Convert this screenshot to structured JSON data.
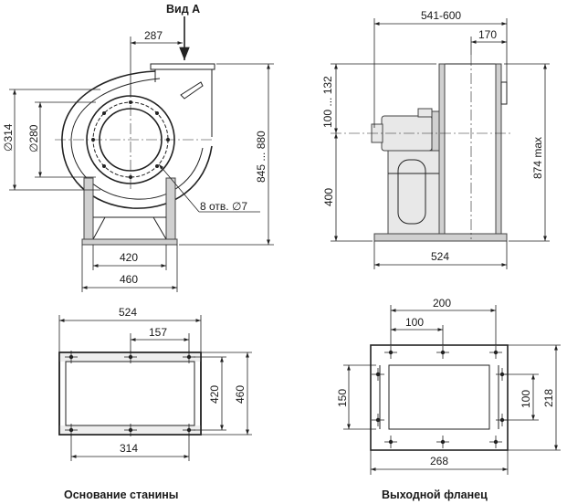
{
  "title_view": "Вид А",
  "front_view": {
    "dim_287": "287",
    "dim_d314": "∅314",
    "dim_d280": "∅280",
    "dim_845_880": "845 ... 880",
    "dim_holes": "8 отв. ∅7",
    "dim_420": "420",
    "dim_460": "460"
  },
  "side_view": {
    "dim_541_600": "541-600",
    "dim_170": "170",
    "dim_100_132": "100 ... 132",
    "dim_400": "400",
    "dim_874": "874 max",
    "dim_524": "524"
  },
  "base_frame": {
    "dim_524": "524",
    "dim_157": "157",
    "dim_420": "420",
    "dim_460": "460",
    "dim_314": "314",
    "caption": "Основание станины"
  },
  "outlet_flange": {
    "dim_200": "200",
    "dim_100_top": "100",
    "dim_150": "150",
    "dim_100_side": "100",
    "dim_218": "218",
    "dim_268": "268",
    "caption": "Выходной фланец"
  }
}
